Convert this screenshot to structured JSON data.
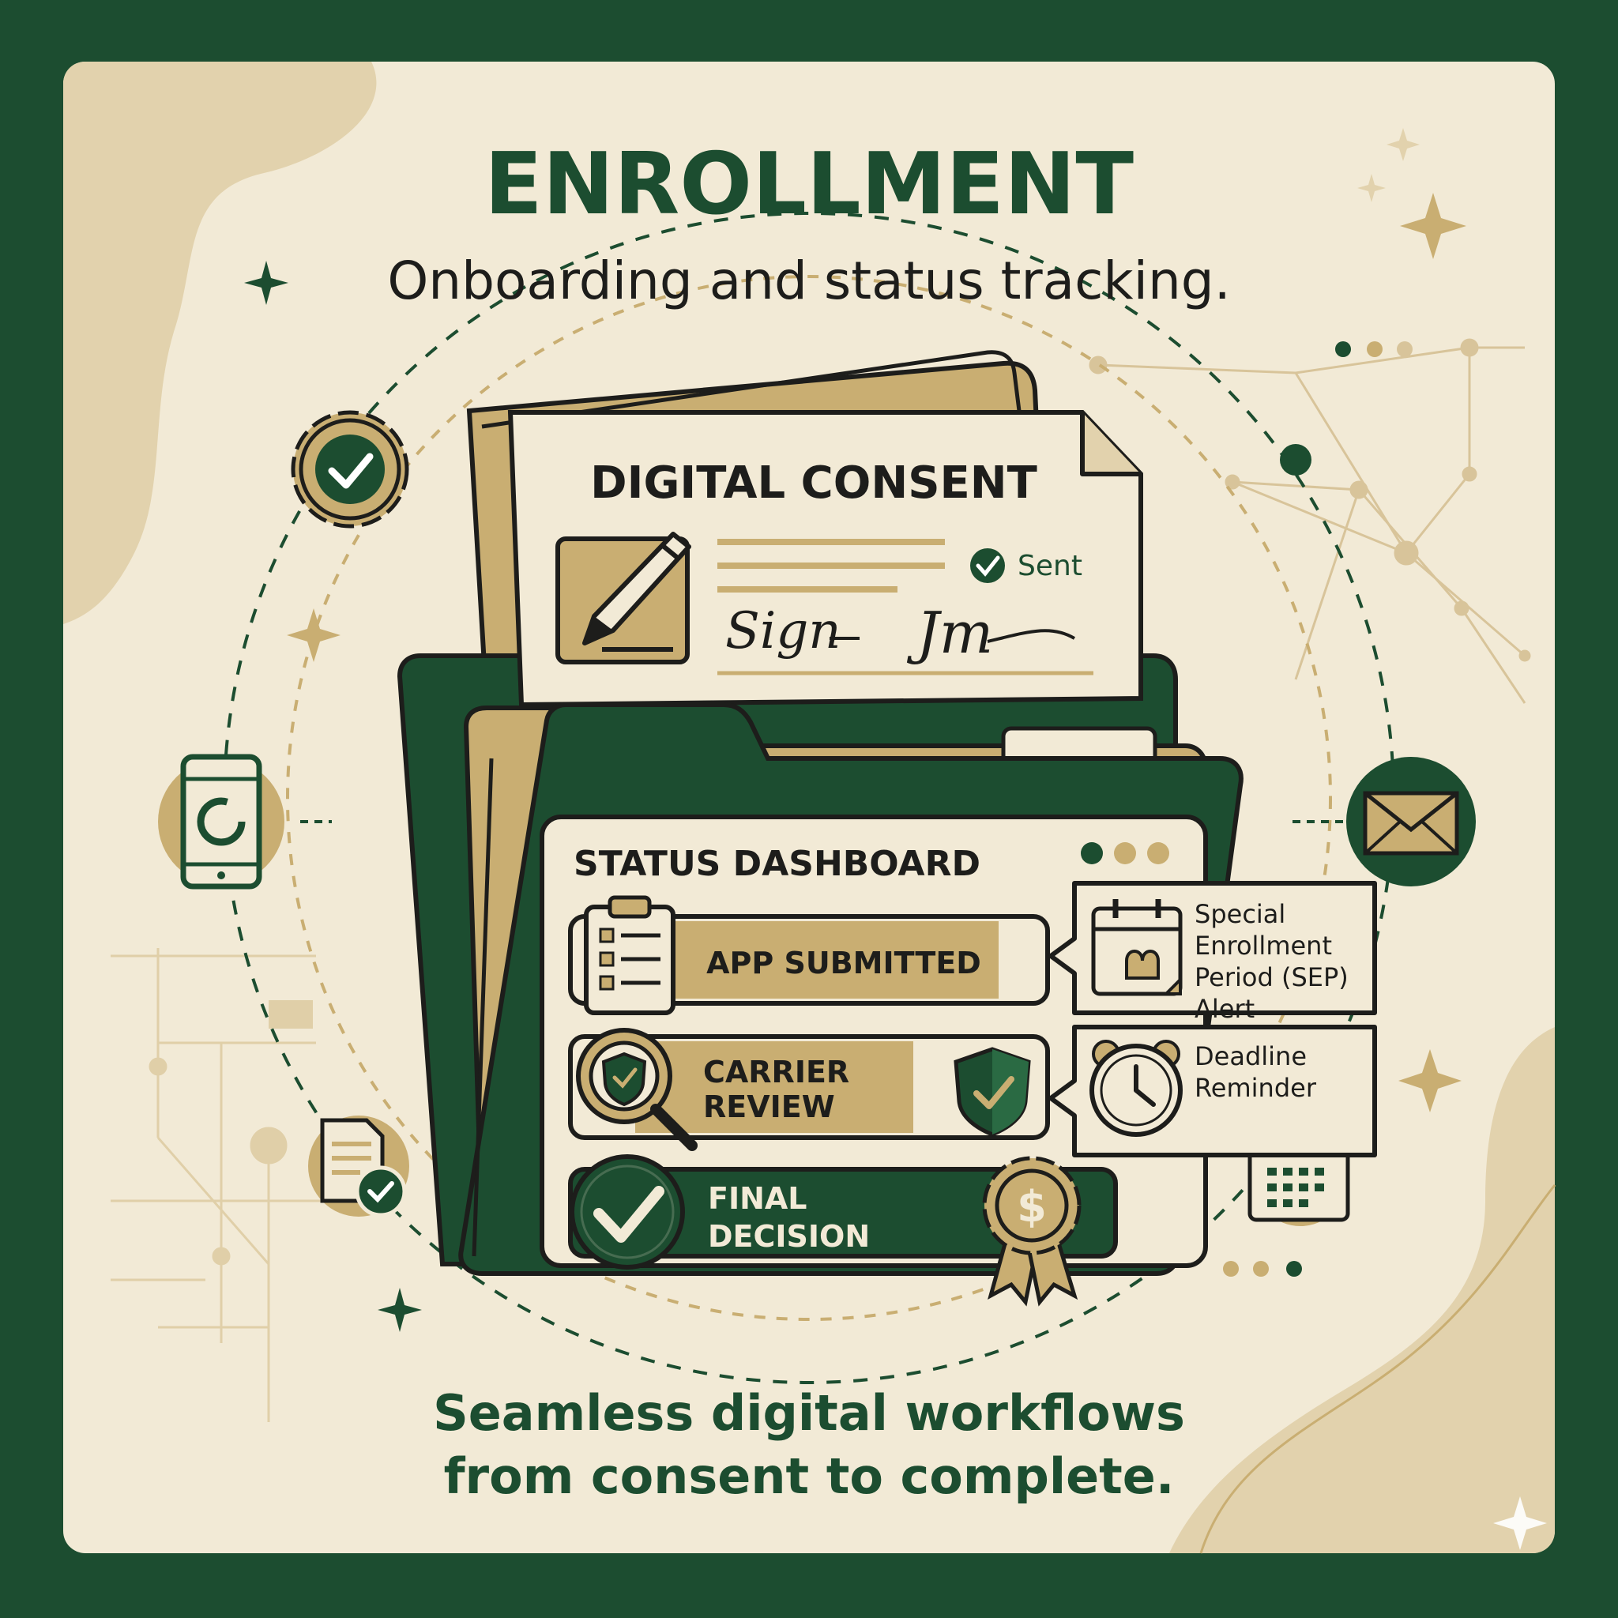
{
  "header": {
    "title": "ENROLLMENT",
    "subtitle": "Onboarding and status tracking."
  },
  "consent_card": {
    "title": "DIGITAL CONSENT",
    "sent_label": "Sent",
    "signature_left": "Sign",
    "signature_right": "Jm"
  },
  "dashboard": {
    "title": "STATUS DASHBOARD",
    "steps": [
      {
        "label_lines": [
          "APP SUBMITTED"
        ]
      },
      {
        "label_lines": [
          "CARRIER",
          "REVIEW"
        ]
      },
      {
        "label_lines": [
          "FINAL",
          "DECISION"
        ]
      }
    ]
  },
  "alerts": [
    {
      "lines": [
        "Special",
        "Enrollment",
        "Period (SEP)",
        "Alert"
      ],
      "icon": "calendar-icon"
    },
    {
      "lines": [
        "Deadline",
        "Reminder"
      ],
      "icon": "clock-icon"
    }
  ],
  "badge_symbol": "$",
  "footer": {
    "line1": "Seamless digital workflows",
    "line2": "from consent to complete."
  },
  "colors": {
    "frame_green": "#1c4d30",
    "cream": "#f2ead6",
    "gold": "#c9ae72",
    "dark": "#1d1d1b"
  }
}
